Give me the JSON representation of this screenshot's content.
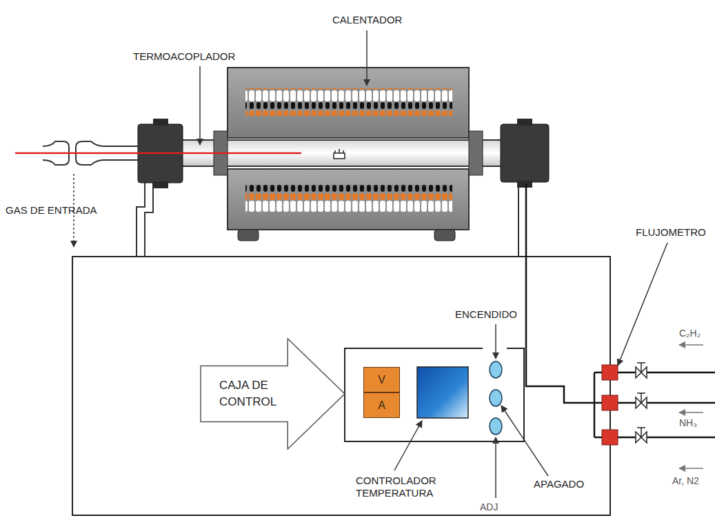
{
  "diagram": {
    "nodes": [
      {
        "text": [
          "CAJA DE CONTROL"
        ]
      },
      {
        "text": [
          "V"
        ]
      },
      {
        "text": [
          "A"
        ]
      }
    ],
    "labels": [
      "CALENTADOR",
      "TERMOACOPLADOR",
      "GAS DE ENTRADA",
      "FLUJOMETRO",
      "ENCENDIDO",
      "CONTROLADOR TEMPERATURA",
      "ADJ",
      "APAGADO",
      "C₂H₂",
      "NH₃",
      "Ar, N2"
    ]
  }
}
